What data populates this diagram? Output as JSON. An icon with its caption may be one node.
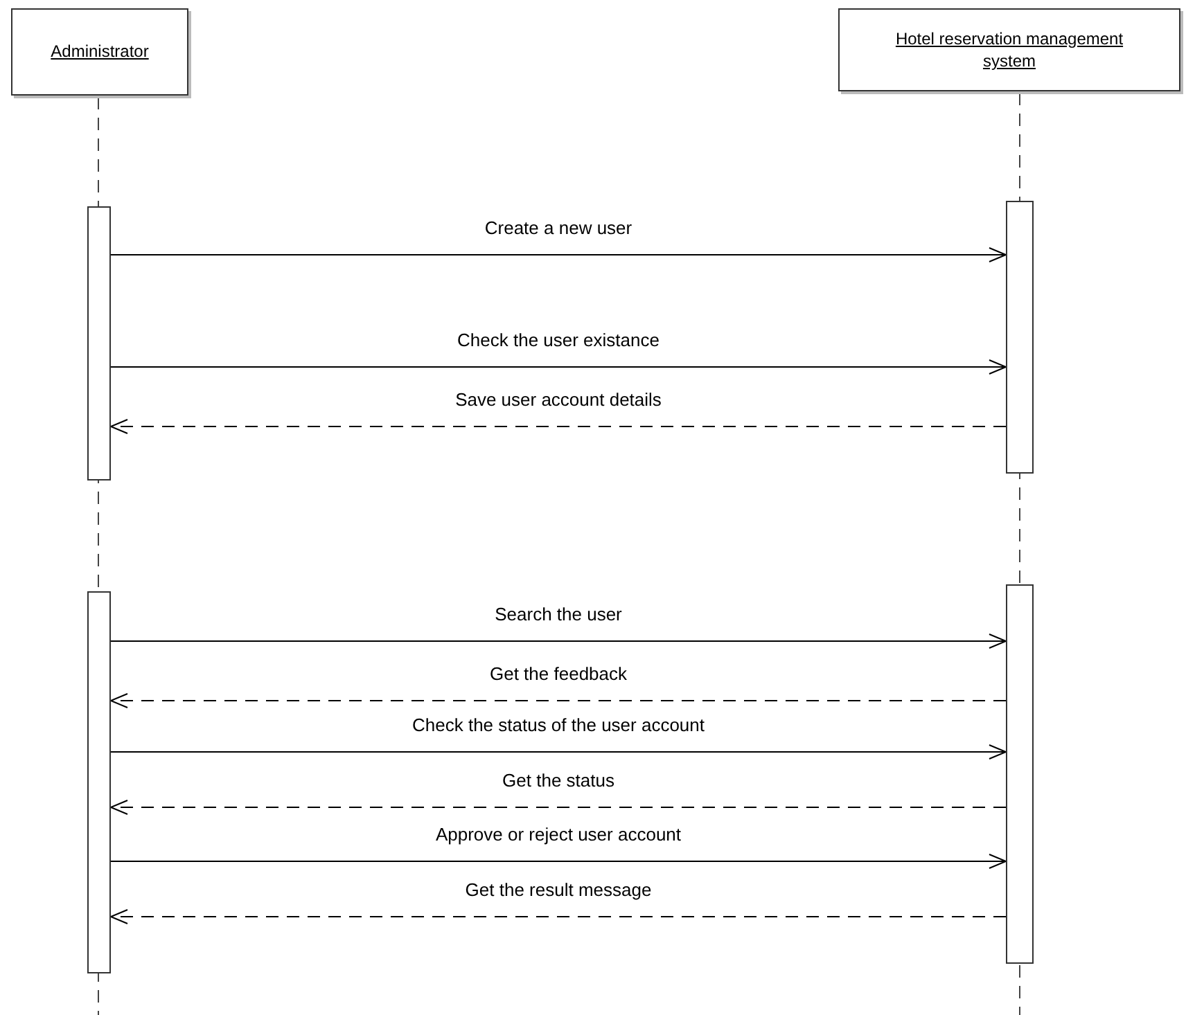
{
  "diagram": {
    "nodes": [
      {
        "text": [
          "Administrator"
        ]
      },
      {
        "text": [
          "Hotel reservation management system"
        ]
      },
      {
        "text": [],
        "shape": "bar"
      },
      {
        "text": [],
        "shape": "bar"
      },
      {
        "text": [],
        "shape": "bar"
      },
      {
        "text": [],
        "shape": "bar"
      }
    ],
    "edges": [
      {
        "from": 2,
        "to": 3,
        "arrow": "to",
        "label": "Create a new user"
      },
      {
        "from": 2,
        "to": 3,
        "arrow": "to",
        "label": "Check the user existance"
      },
      {
        "from": 3,
        "to": 2,
        "arrow": "to",
        "label": "Save user account details",
        "style": "dashed"
      },
      {
        "from": 4,
        "to": 5,
        "arrow": "to",
        "label": "Search the user"
      },
      {
        "from": 5,
        "to": 4,
        "arrow": "to",
        "label": "Get the feedback",
        "style": "dashed"
      },
      {
        "from": 4,
        "to": 5,
        "arrow": "to",
        "label": "Check the status of the user account"
      },
      {
        "from": 5,
        "to": 4,
        "arrow": "to",
        "label": "Get the status",
        "style": "dashed"
      },
      {
        "from": 4,
        "to": 5,
        "arrow": "to",
        "label": "Approve or reject user account"
      },
      {
        "from": 5,
        "to": 4,
        "arrow": "to",
        "label": "Get the result message",
        "style": "dashed"
      }
    ]
  }
}
